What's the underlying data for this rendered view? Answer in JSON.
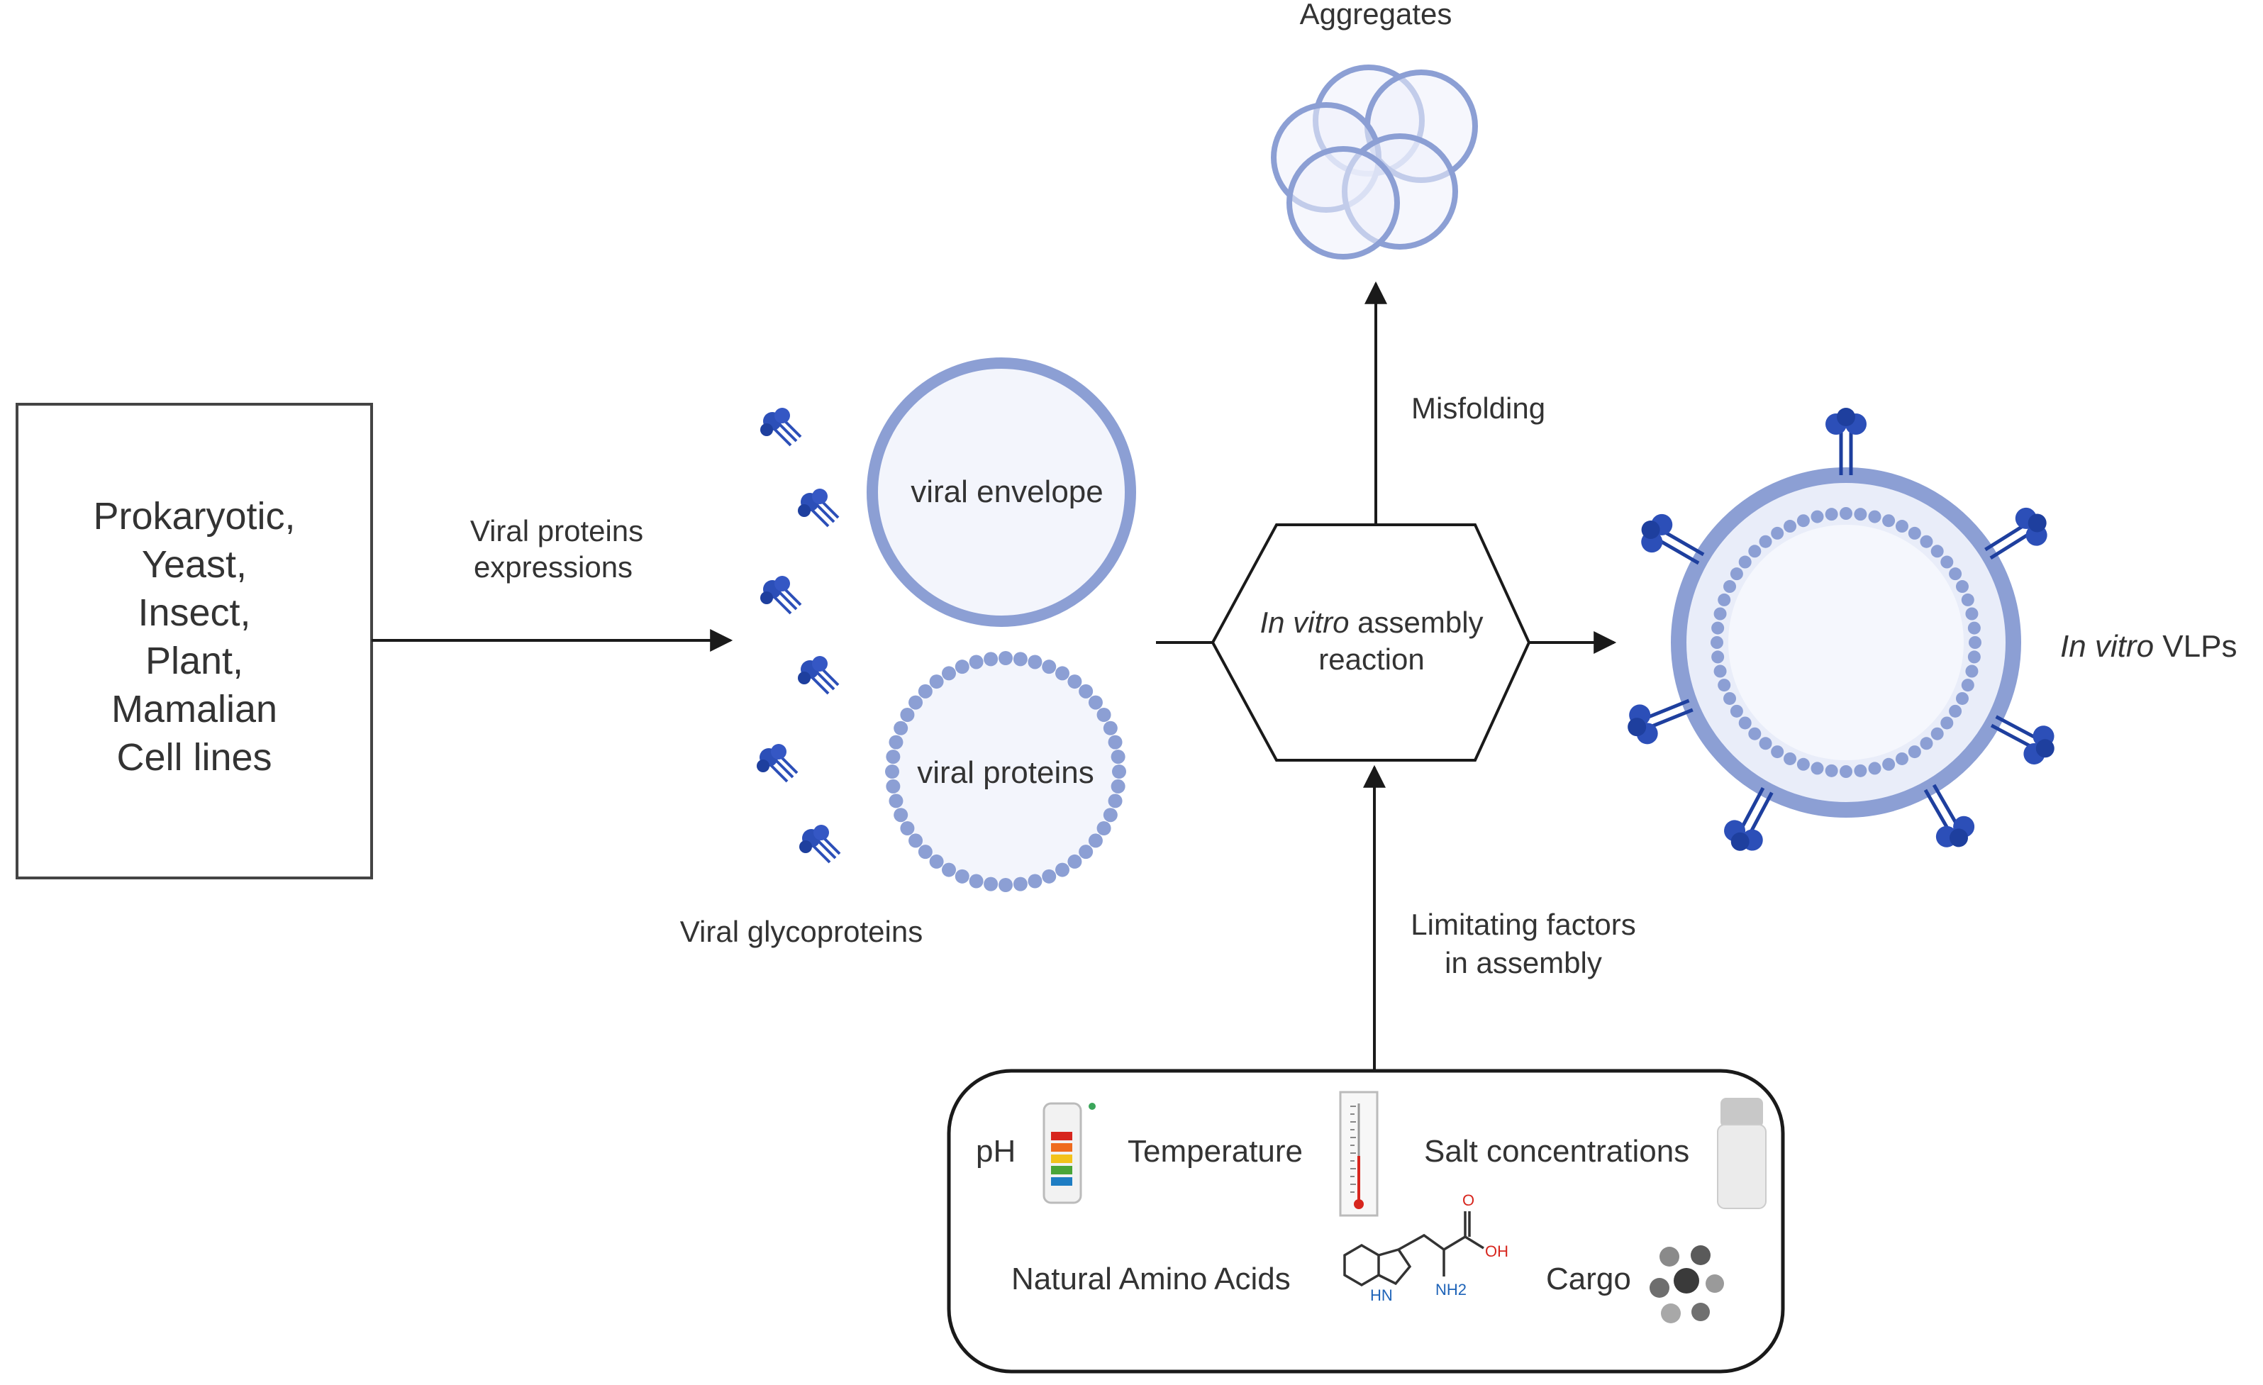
{
  "source_box": {
    "lines": [
      "Prokaryotic,",
      "Yeast,",
      "Insect,",
      "Plant,",
      "Mamalian",
      "Cell lines"
    ]
  },
  "arrow_expression": {
    "lines": [
      "Viral proteins",
      "expressions"
    ]
  },
  "glycoproteins": {
    "label": "Viral glycoproteins"
  },
  "envelope": {
    "label": "viral envelope"
  },
  "proteins": {
    "label": "viral proteins"
  },
  "reaction": {
    "line1_italic": "In vitro",
    "line1_rest": " assembly",
    "line2": "reaction"
  },
  "misfolding": {
    "label": "Misfolding"
  },
  "aggregates": {
    "label": "Aggregates"
  },
  "vlp": {
    "label_italic": "In vitro",
    "label_rest": " VLPs"
  },
  "limiting": {
    "lines": [
      "Limitating factors",
      "in assembly"
    ]
  },
  "factors": {
    "ph": "pH",
    "temperature": "Temperature",
    "salt": "Salt concentrations",
    "amino_acids": "Natural Amino Acids",
    "cargo": "Cargo"
  },
  "molecule": {
    "o": "O",
    "oh": "OH",
    "hn": "HN",
    "nh2": "NH2"
  },
  "colors": {
    "membrane": "#8c9fd4",
    "membrane_fill": "#f2f4fc",
    "protein_blue": "#2c4fb8",
    "line": "#1a1a1a"
  }
}
